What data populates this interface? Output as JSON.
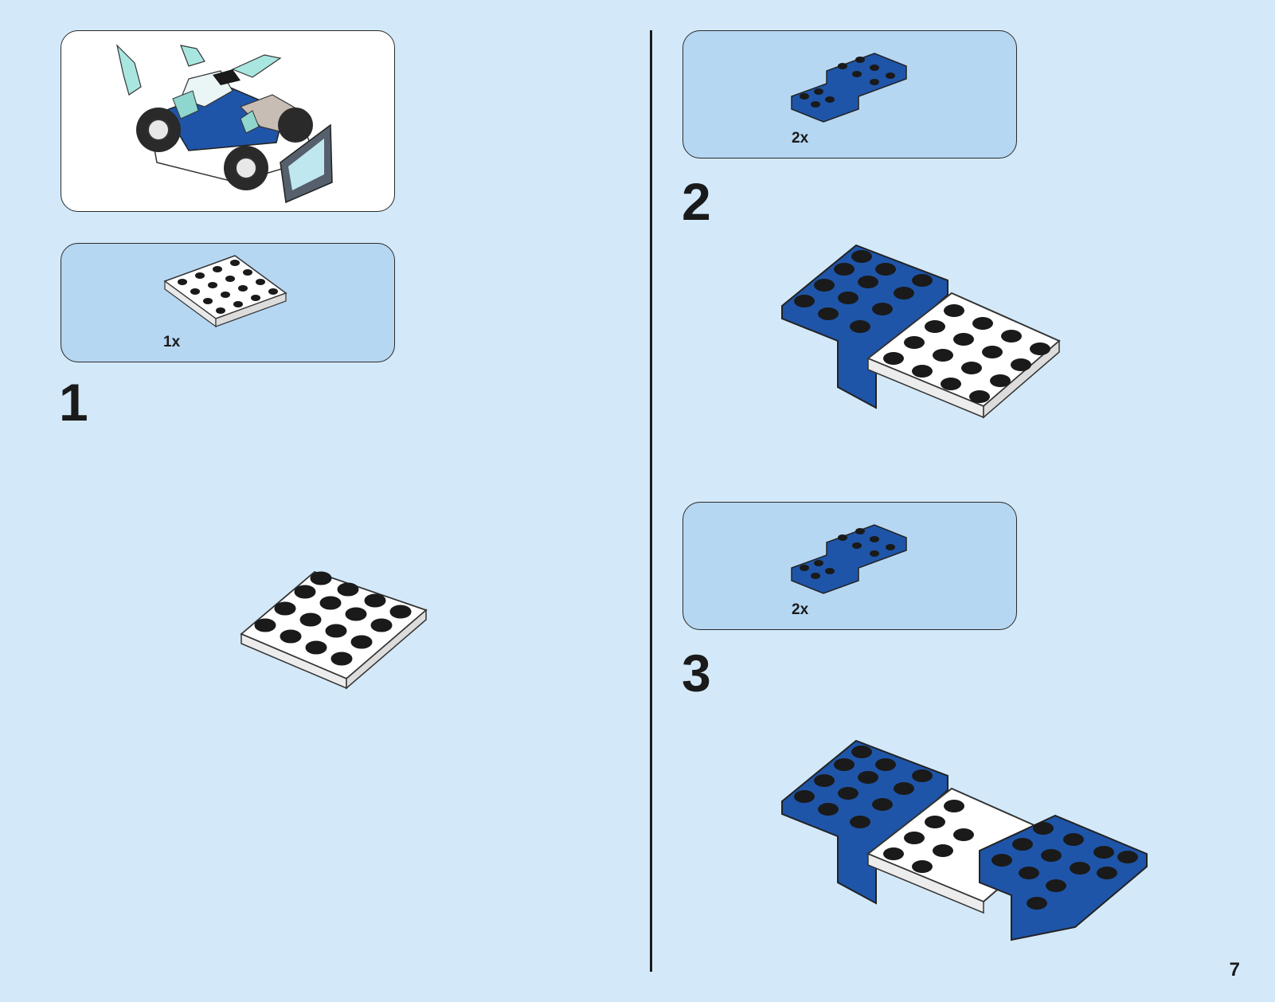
{
  "page_number": "7",
  "steps": [
    {
      "number": "1",
      "parts": [
        {
          "qty": "1x",
          "part": "4x4 white plate"
        }
      ]
    },
    {
      "number": "2",
      "parts": [
        {
          "qty": "2x",
          "part": "blue bracket"
        }
      ]
    },
    {
      "number": "3",
      "parts": [
        {
          "qty": "2x",
          "part": "blue bracket"
        }
      ]
    }
  ],
  "colors": {
    "background": "#d3e9f9",
    "parts_panel": "#b6d7f2",
    "brick_blue": "#1f55a8",
    "brick_white": "#ffffff"
  }
}
